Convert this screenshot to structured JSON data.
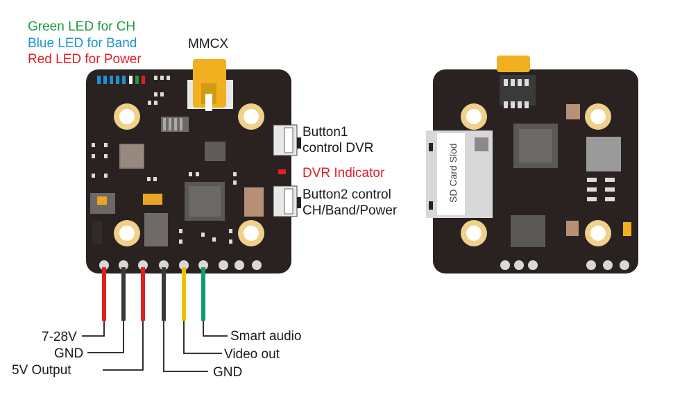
{
  "labels": {
    "green_led": "Green LED for CH",
    "blue_led": "Blue LED for Band",
    "red_led": "Red LED for Power",
    "mmcx": "MMCX",
    "button1_line1": "Button1",
    "button1_line2": "control DVR",
    "dvr_indicator": "DVR Indicator",
    "button2_line1": "Button2 control",
    "button2_line2": "CH/Band/Power",
    "sd_card_slot": "SD Card Slod"
  },
  "pins": [
    "7-28V",
    "GND",
    "5V Output",
    "GND",
    "Video out",
    "Smart audio"
  ],
  "colors": {
    "green_led": "#1f9a3c",
    "blue_led": "#1b93d2",
    "red_led": "#e01f26",
    "board": "#2a2220",
    "connector": "#f0b020"
  }
}
